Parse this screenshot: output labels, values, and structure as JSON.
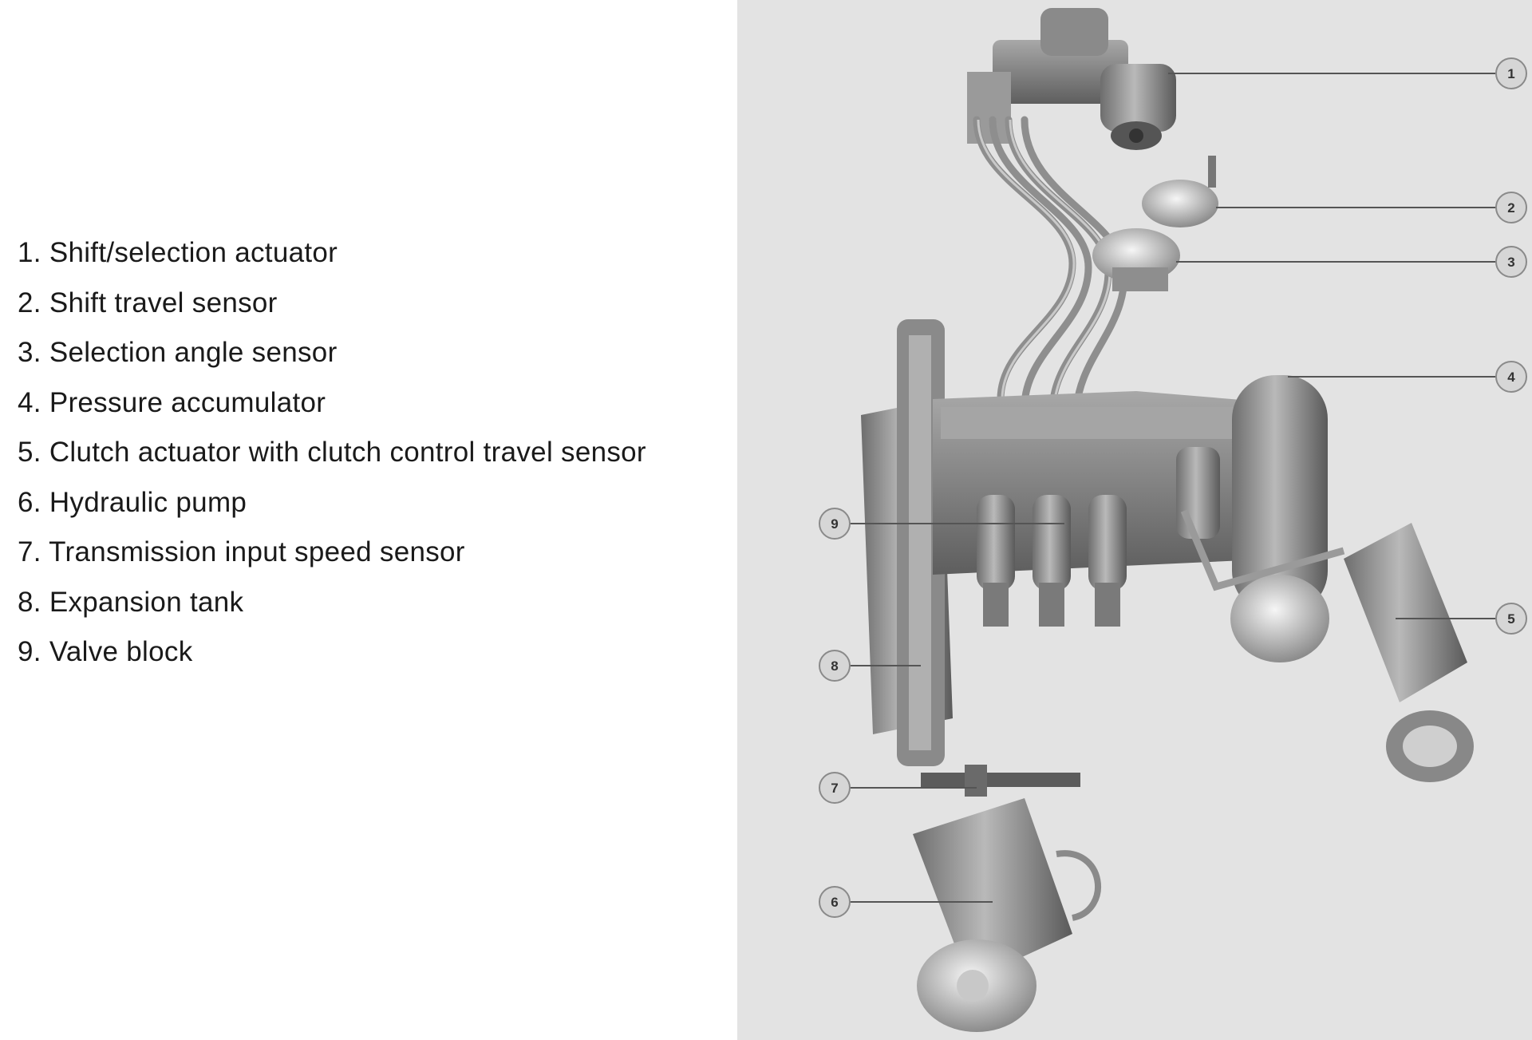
{
  "legend": {
    "items": [
      "1. Shift/selection actuator",
      "2. Shift travel sensor",
      "3. Selection angle sensor",
      "4. Pressure accumulator",
      "5. Clutch actuator with clutch control travel sensor",
      "6. Hydraulic pump",
      "7. Transmission input speed sensor",
      "8. Expansion tank",
      "9. Valve block"
    ]
  },
  "callouts": [
    "1",
    "2",
    "3",
    "4",
    "9",
    "5",
    "8",
    "7",
    "6"
  ]
}
